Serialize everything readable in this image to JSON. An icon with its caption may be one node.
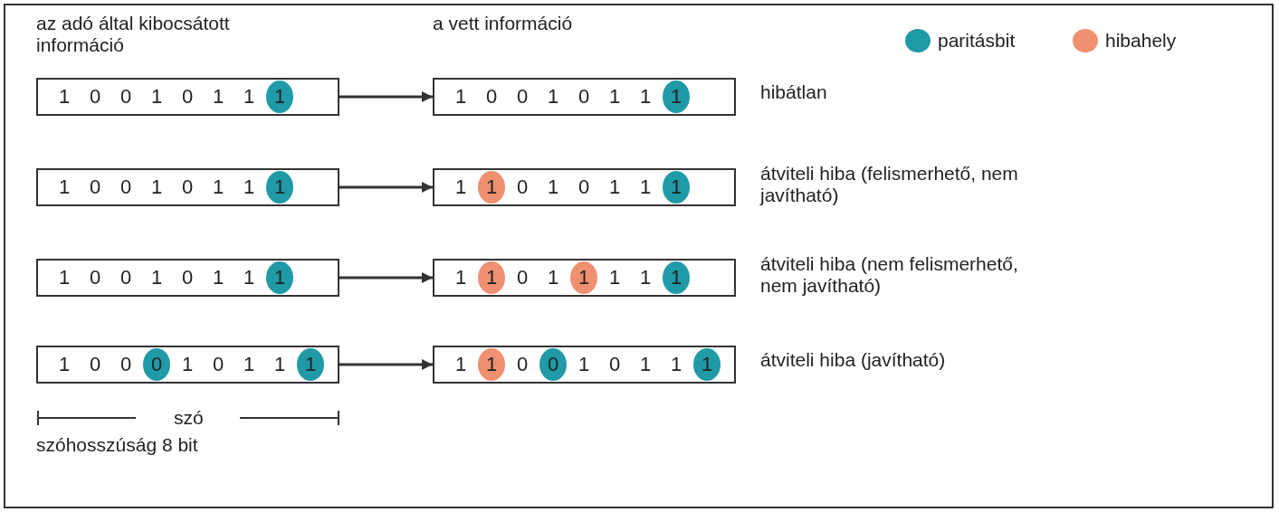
{
  "diagram": {
    "nodes": [
      {
        "text": [],
        "shape": "box"
      },
      {
        "text": [
          "1"
        ],
        "in": 0
      },
      {
        "text": [
          "0"
        ],
        "in": 0
      },
      {
        "text": [
          "0"
        ],
        "in": 0
      },
      {
        "text": [
          "1"
        ],
        "in": 0
      },
      {
        "text": [
          "0"
        ],
        "in": 0
      },
      {
        "text": [
          "1"
        ],
        "in": 0
      },
      {
        "text": [
          "1"
        ],
        "in": 0
      },
      {
        "text": [
          "1"
        ],
        "in": 0
      },
      {
        "text": [],
        "shape": "box",
        "beside": [
          "hibátlan"
        ]
      },
      {
        "text": [
          "1"
        ],
        "in": 9
      },
      {
        "text": [
          "0"
        ],
        "in": 9
      },
      {
        "text": [
          "0"
        ],
        "in": 9
      },
      {
        "text": [
          "1"
        ],
        "in": 9
      },
      {
        "text": [
          "0"
        ],
        "in": 9
      },
      {
        "text": [
          "1"
        ],
        "in": 9
      },
      {
        "text": [
          "1"
        ],
        "in": 9
      },
      {
        "text": [
          "1"
        ],
        "in": 9
      },
      {
        "text": [],
        "shape": "box"
      },
      {
        "text": [
          "1"
        ],
        "in": 18
      },
      {
        "text": [
          "0"
        ],
        "in": 18
      },
      {
        "text": [
          "0"
        ],
        "in": 18
      },
      {
        "text": [
          "1"
        ],
        "in": 18
      },
      {
        "text": [
          "0"
        ],
        "in": 18
      },
      {
        "text": [
          "1"
        ],
        "in": 18
      },
      {
        "text": [
          "1"
        ],
        "in": 18
      },
      {
        "text": [
          "1"
        ],
        "in": 18
      },
      {
        "text": [],
        "shape": "box",
        "beside": [
          "átviteli hiba (felismerhető, nem javítható)"
        ]
      },
      {
        "text": [
          "1"
        ],
        "in": 27
      },
      {
        "text": [
          "1"
        ],
        "in": 27
      },
      {
        "text": [
          "0"
        ],
        "in": 27
      },
      {
        "text": [
          "1"
        ],
        "in": 27
      },
      {
        "text": [
          "0"
        ],
        "in": 27
      },
      {
        "text": [
          "1"
        ],
        "in": 27
      },
      {
        "text": [
          "1"
        ],
        "in": 27
      },
      {
        "text": [
          "1"
        ],
        "in": 27
      },
      {
        "text": [],
        "shape": "box"
      },
      {
        "text": [
          "1"
        ],
        "in": 36
      },
      {
        "text": [
          "0"
        ],
        "in": 36
      },
      {
        "text": [
          "0"
        ],
        "in": 36
      },
      {
        "text": [
          "1"
        ],
        "in": 36
      },
      {
        "text": [
          "0"
        ],
        "in": 36
      },
      {
        "text": [
          "1"
        ],
        "in": 36
      },
      {
        "text": [
          "1"
        ],
        "in": 36
      },
      {
        "text": [
          "1"
        ],
        "in": 36
      },
      {
        "text": [],
        "shape": "box",
        "beside": [
          "átviteli hiba (nem felismerhető, nem javítható)"
        ]
      },
      {
        "text": [
          "1"
        ],
        "in": 45
      },
      {
        "text": [
          "1"
        ],
        "in": 45
      },
      {
        "text": [
          "0"
        ],
        "in": 45
      },
      {
        "text": [
          "1"
        ],
        "in": 45
      },
      {
        "text": [
          "1"
        ],
        "in": 45
      },
      {
        "text": [
          "1"
        ],
        "in": 45
      },
      {
        "text": [
          "1"
        ],
        "in": 45
      },
      {
        "text": [
          "1"
        ],
        "in": 45
      },
      {
        "text": [],
        "shape": "box"
      },
      {
        "text": [
          "1"
        ],
        "in": 54
      },
      {
        "text": [
          "0"
        ],
        "in": 54
      },
      {
        "text": [
          "0"
        ],
        "in": 54
      },
      {
        "text": [
          "0"
        ],
        "in": 54
      },
      {
        "text": [
          "1"
        ],
        "in": 54
      },
      {
        "text": [
          "0"
        ],
        "in": 54
      },
      {
        "text": [
          "1"
        ],
        "in": 54
      },
      {
        "text": [
          "1"
        ],
        "in": 54
      },
      {
        "text": [
          "1"
        ],
        "in": 54
      },
      {
        "text": [],
        "shape": "box",
        "beside": [
          "átviteli hiba (javítható)"
        ]
      },
      {
        "text": [
          "1"
        ],
        "in": 64
      },
      {
        "text": [
          "1"
        ],
        "in": 64
      },
      {
        "text": [
          "0"
        ],
        "in": 64
      },
      {
        "text": [
          "0"
        ],
        "in": 64
      },
      {
        "text": [
          "1"
        ],
        "in": 64
      },
      {
        "text": [
          "0"
        ],
        "in": 64
      },
      {
        "text": [
          "1"
        ],
        "in": 64
      },
      {
        "text": [
          "1"
        ],
        "in": 64
      },
      {
        "text": [
          "1"
        ],
        "in": 64
      }
    ],
    "edges": [
      {
        "from": 0,
        "to": 9,
        "arrow": "to"
      },
      {
        "from": 18,
        "to": 27,
        "arrow": "to"
      },
      {
        "from": 36,
        "to": 45,
        "arrow": "to"
      },
      {
        "from": 54,
        "to": 64,
        "arrow": "to"
      }
    ],
    "labels": [
      "az adó által kibocsátott információ",
      "a vett információ",
      "szó",
      "szóhosszúság 8 bit"
    ],
    "legend": [
      {
        "text": "paritásbit",
        "color": "#1f9aa6"
      },
      {
        "text": "hibahely",
        "color": "#ef9070"
      }
    ]
  }
}
